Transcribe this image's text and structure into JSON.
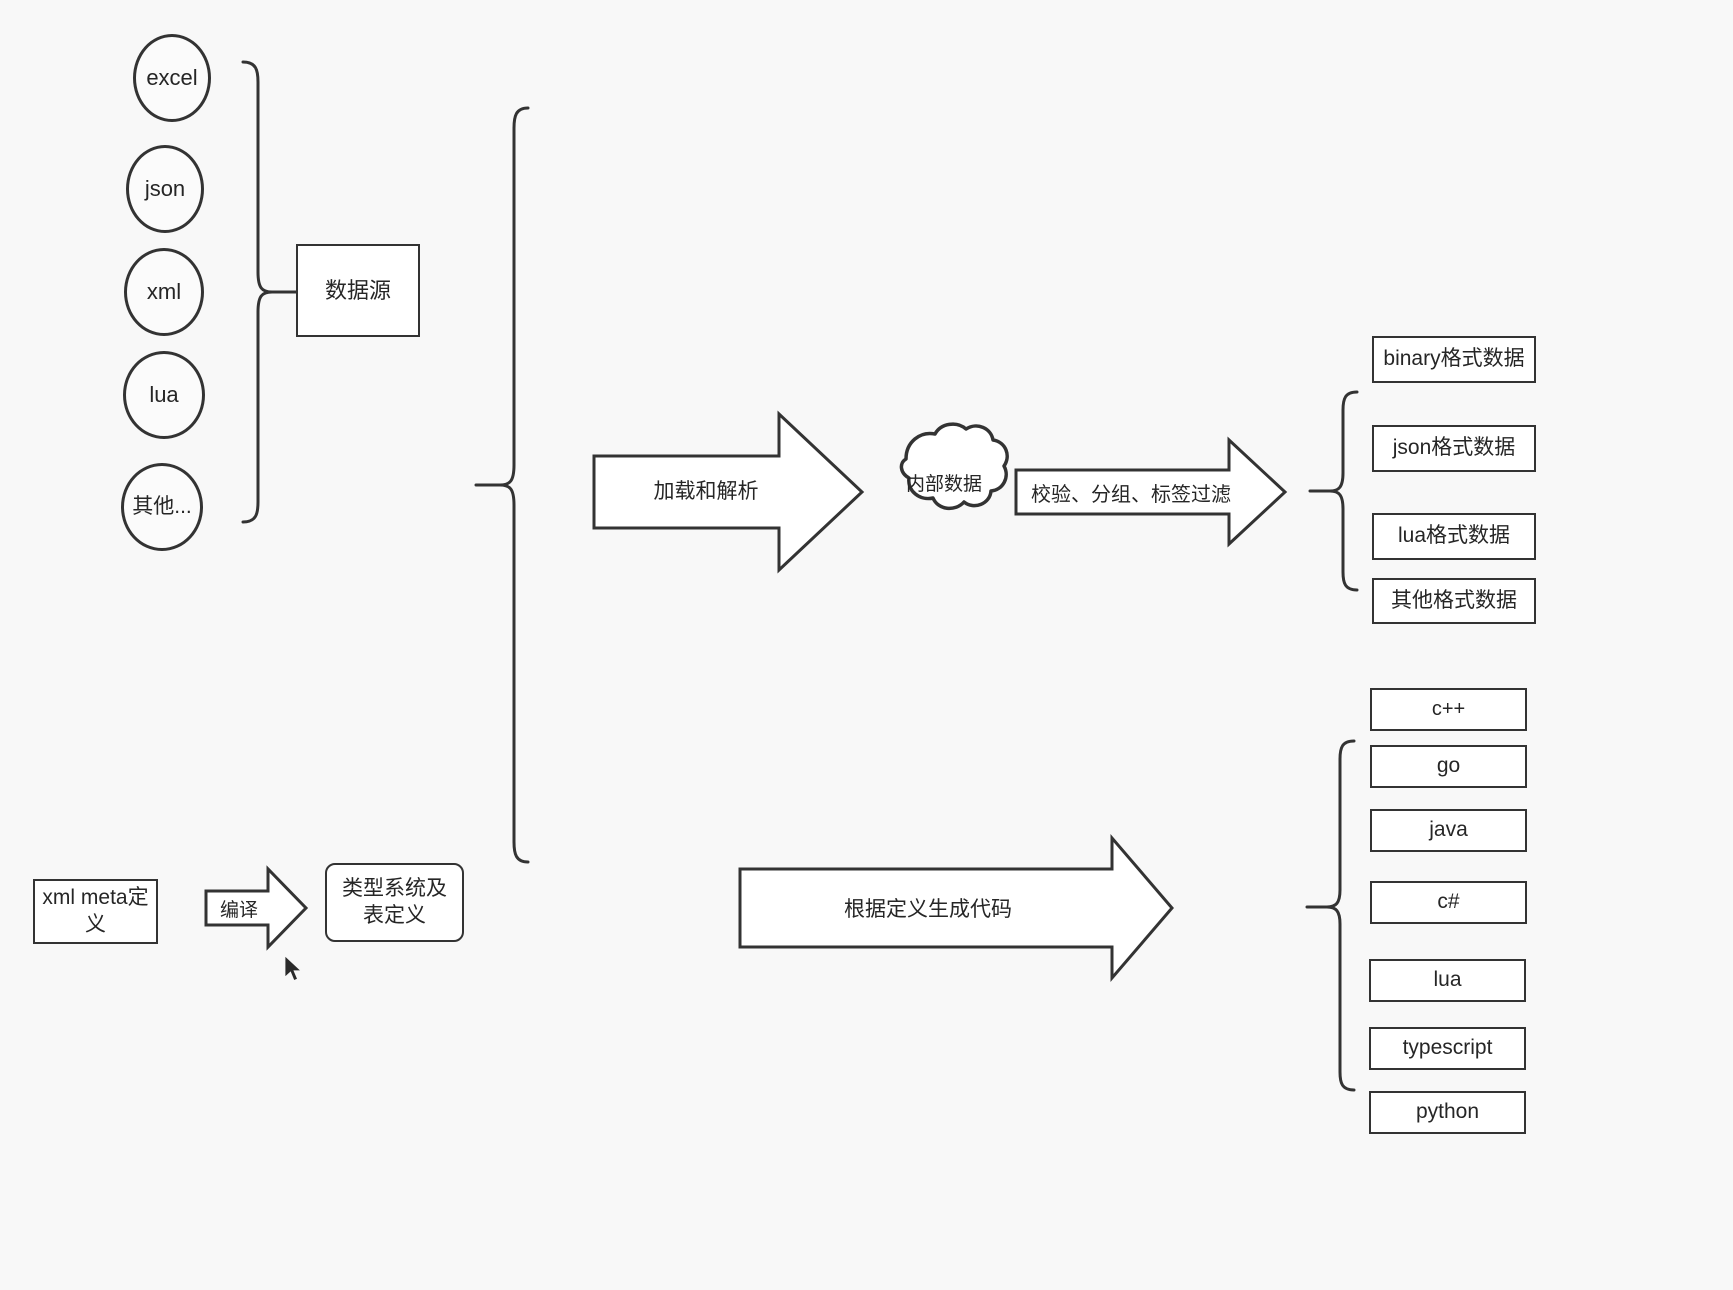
{
  "diagram": {
    "title": "data pipeline diagram",
    "background_color": "#f8f8f8",
    "stroke_color": "#333333",
    "fill_color": "#ffffff",
    "text_color": "#262626"
  },
  "sources": {
    "group_label": "数据源",
    "items": [
      {
        "label": "excel",
        "shape": "ellipse"
      },
      {
        "label": "json",
        "shape": "ellipse"
      },
      {
        "label": "xml",
        "shape": "ellipse"
      },
      {
        "label": "lua",
        "shape": "ellipse"
      },
      {
        "label": "其他...",
        "shape": "ellipse"
      }
    ]
  },
  "meta": {
    "definition_label": "xml meta定义",
    "compile_label": "编译",
    "type_system_label": "类型系统及表定义"
  },
  "flow": {
    "load_parse_label": "加载和解析",
    "internal_data_label": "内部数据",
    "filter_label": "校验、分组、标签过滤",
    "codegen_label": "根据定义生成代码"
  },
  "outputs": {
    "formats": [
      {
        "label": "binary格式数据"
      },
      {
        "label": "json格式数据"
      },
      {
        "label": "lua格式数据"
      },
      {
        "label": "其他格式数据"
      }
    ],
    "languages": [
      {
        "label": "c++"
      },
      {
        "label": "go"
      },
      {
        "label": "java"
      },
      {
        "label": "c#"
      },
      {
        "label": "lua"
      },
      {
        "label": "typescript"
      },
      {
        "label": "python"
      }
    ]
  }
}
